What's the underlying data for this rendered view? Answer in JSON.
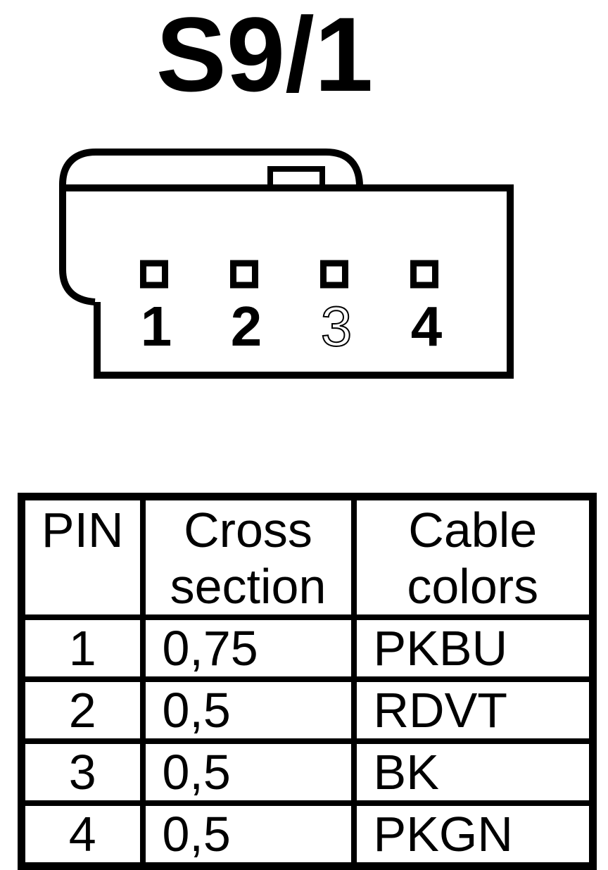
{
  "title": "S9/1",
  "connector": {
    "pins": [
      {
        "number": "1",
        "style": "solid"
      },
      {
        "number": "2",
        "style": "solid"
      },
      {
        "number": "3",
        "style": "outline"
      },
      {
        "number": "4",
        "style": "solid"
      }
    ]
  },
  "table": {
    "headers": {
      "pin": "PIN",
      "cross_section": "Cross section",
      "cable_colors": "Cable colors"
    },
    "rows": [
      {
        "pin": "1",
        "cross_section": "0,75",
        "cable_color": "PKBU"
      },
      {
        "pin": "2",
        "cross_section": "0,5",
        "cable_color": "RDVT"
      },
      {
        "pin": "3",
        "cross_section": "0,5",
        "cable_color": "BK"
      },
      {
        "pin": "4",
        "cross_section": "0,5",
        "cable_color": "PKGN"
      }
    ]
  },
  "colors": {
    "line": "#000000",
    "background": "#ffffff"
  }
}
